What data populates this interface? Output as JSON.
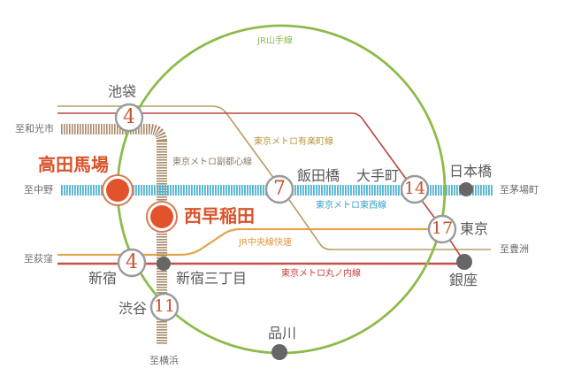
{
  "colors": {
    "yamanote": "#8dbb4a",
    "tozai": "#4fb3d2",
    "fukutoshin": "#a88b6a",
    "yurakucho": "#c4a45a",
    "marunouchi": "#c8504a",
    "chuo": "#e3a54b",
    "station_fill": "#e2532b",
    "badge_ring": "#9a9a9a",
    "badge_number": "#c8532c",
    "dot": "#666666"
  },
  "lines": {
    "yamanote": "JR山手線",
    "yurakucho": "東京メトロ有楽町線",
    "fukutoshin": "東京メトロ副都心線",
    "tozai": "東京メトロ東西線",
    "chuo": "JR中央線快速",
    "marunouchi": "東京メトロ丸ノ内線"
  },
  "destinations": {
    "wakoshi": "至和光市",
    "nakano": "至中野",
    "ogikubo": "至荻窪",
    "yokohama": "至横浜",
    "kayabacho": "至茅場町",
    "toyosu": "至豊洲"
  },
  "highlighted_stations": {
    "takadanobaba": "高田馬場",
    "nishiwaseda": "西早稲田"
  },
  "stations": {
    "ikebukuro": {
      "name": "池袋",
      "minutes": "4"
    },
    "iidabashi": {
      "name": "飯田橋",
      "minutes": "7"
    },
    "otemachi": {
      "name": "大手町",
      "minutes": "14"
    },
    "tokyo": {
      "name": "東京",
      "minutes": "17"
    },
    "shinjuku": {
      "name": "新宿",
      "minutes": "4"
    },
    "shibuya": {
      "name": "渋谷",
      "minutes": "11"
    },
    "nihombashi": {
      "name": "日本橋"
    },
    "shinjuku_sanchome": {
      "name": "新宿三丁目"
    },
    "ginza": {
      "name": "銀座"
    },
    "shinagawa": {
      "name": "品川"
    }
  }
}
